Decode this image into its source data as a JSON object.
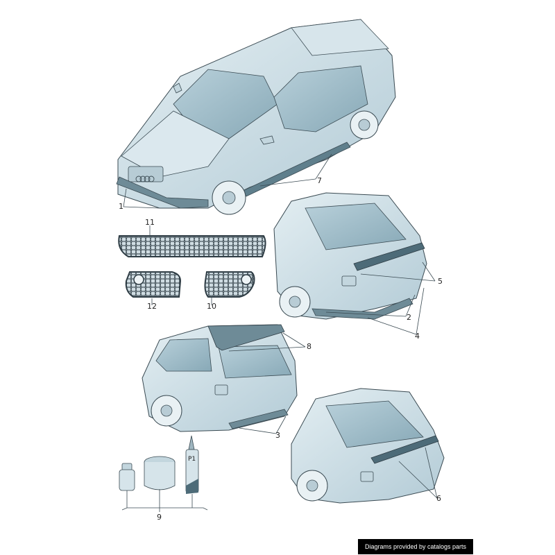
{
  "diagram": {
    "type": "exploded parts diagram",
    "subject": "Sedan/Avant body styling kit parts",
    "colors": {
      "body_fill": "#c9dbe3",
      "body_shade": "#9fbcc8",
      "dark_trim": "#4d6b78",
      "line": "#3a4a52"
    }
  },
  "callouts": [
    {
      "id": "1",
      "label": "1",
      "part": "front bumper lower spoiler"
    },
    {
      "id": "11",
      "label": "11",
      "part": "center grille insert (honeycomb)"
    },
    {
      "id": "12",
      "label": "12",
      "part": "left fog lamp grille (honeycomb)"
    },
    {
      "id": "10",
      "label": "10",
      "part": "right fog lamp grille (honeycomb)"
    },
    {
      "id": "7",
      "label": "7",
      "part": "side sill trim"
    },
    {
      "id": "5",
      "label": "5",
      "part": "sedan trunk lid spoiler"
    },
    {
      "id": "2",
      "label": "2",
      "part": "rear bumper diffuser (sedan)"
    },
    {
      "id": "4",
      "label": "4",
      "part": "rear bumper trim (sedan)"
    },
    {
      "id": "8",
      "label": "8",
      "part": "roof spoiler (avant)"
    },
    {
      "id": "3",
      "label": "3",
      "part": "rear bumper diffuser (avant)"
    },
    {
      "id": "6",
      "label": "6",
      "part": "trunk lid spoiler lip"
    },
    {
      "id": "9",
      "label": "9",
      "part": "adhesive / primer kit"
    }
  ],
  "kit_items": {
    "tube_label": "P1"
  },
  "footer": {
    "credit": "Diagrams provided by catalogs parts"
  }
}
